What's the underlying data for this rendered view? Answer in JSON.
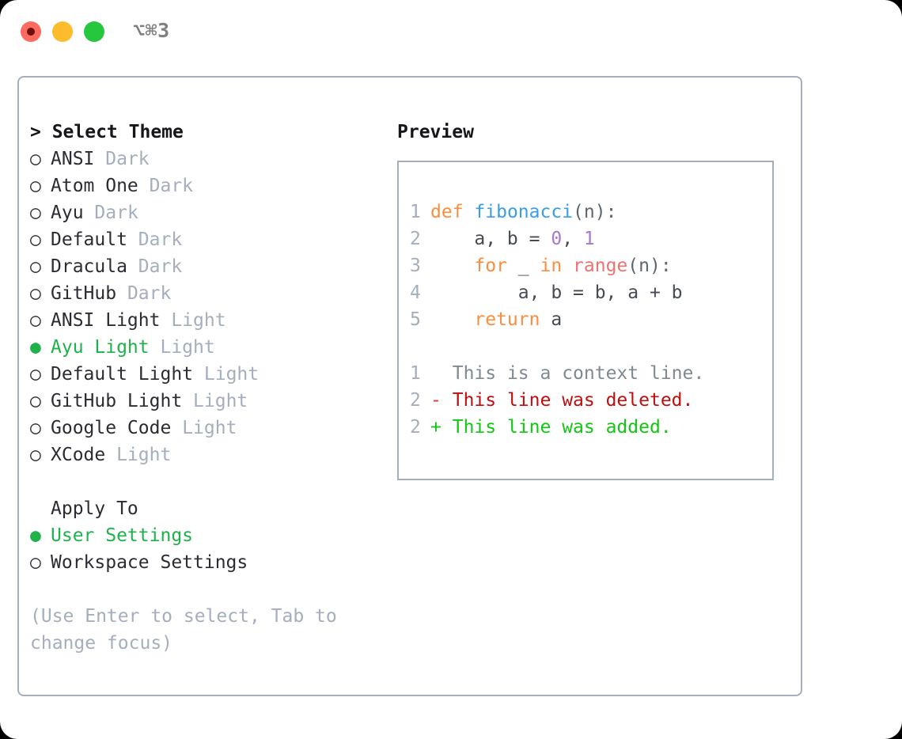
{
  "titlebar": {
    "shortcut": "⌥⌘3",
    "buttons": [
      {
        "name": "close",
        "color": "#fd6b60"
      },
      {
        "name": "minimize",
        "color": "#fcbc2c"
      },
      {
        "name": "maximize",
        "color": "#26c73f"
      }
    ]
  },
  "theme_section": {
    "heading": "> Select Theme",
    "markers": {
      "selected": "●",
      "unselected": "○"
    },
    "items": [
      {
        "name": "ANSI",
        "variant": "Dark",
        "selected": false,
        "marker": "○"
      },
      {
        "name": "Atom One",
        "variant": "Dark",
        "selected": false,
        "marker": "○"
      },
      {
        "name": "Ayu",
        "variant": "Dark",
        "selected": false,
        "marker": "○"
      },
      {
        "name": "Default",
        "variant": "Dark",
        "selected": false,
        "marker": "○"
      },
      {
        "name": "Dracula",
        "variant": "Dark",
        "selected": false,
        "marker": "○"
      },
      {
        "name": "GitHub",
        "variant": "Dark",
        "selected": false,
        "marker": "○"
      },
      {
        "name": "ANSI Light",
        "variant": "Light",
        "selected": false,
        "marker": "○"
      },
      {
        "name": "Ayu Light",
        "variant": "Light",
        "selected": true,
        "marker": "●"
      },
      {
        "name": "Default Light",
        "variant": "Light",
        "selected": false,
        "marker": "○"
      },
      {
        "name": "GitHub Light",
        "variant": "Light",
        "selected": false,
        "marker": "○"
      },
      {
        "name": "Google Code",
        "variant": "Light",
        "selected": false,
        "marker": "○"
      },
      {
        "name": "XCode",
        "variant": "Light",
        "selected": false,
        "marker": "○"
      }
    ]
  },
  "apply_section": {
    "heading": "Apply To",
    "items": [
      {
        "name": "User Settings",
        "selected": true,
        "marker": "●"
      },
      {
        "name": "Workspace Settings",
        "selected": false,
        "marker": "○"
      }
    ]
  },
  "help_text": "(Use Enter to select, Tab to change focus)",
  "preview": {
    "title": "Preview",
    "code_lines": [
      {
        "number": "1",
        "tokens": [
          {
            "text": "def",
            "kind": "kw"
          },
          {
            "text": " ",
            "kind": "plain"
          },
          {
            "text": "fibonacci",
            "kind": "fn"
          },
          {
            "text": "(n):",
            "kind": "punc"
          }
        ]
      },
      {
        "number": "2",
        "tokens": [
          {
            "text": "    a, b = ",
            "kind": "plain"
          },
          {
            "text": "0",
            "kind": "num"
          },
          {
            "text": ", ",
            "kind": "plain"
          },
          {
            "text": "1",
            "kind": "num"
          }
        ]
      },
      {
        "number": "3",
        "tokens": [
          {
            "text": "    ",
            "kind": "plain"
          },
          {
            "text": "for",
            "kind": "kw"
          },
          {
            "text": " _ ",
            "kind": "plain"
          },
          {
            "text": "in",
            "kind": "kw"
          },
          {
            "text": " ",
            "kind": "plain"
          },
          {
            "text": "range",
            "kind": "bi"
          },
          {
            "text": "(n):",
            "kind": "punc"
          }
        ]
      },
      {
        "number": "4",
        "tokens": [
          {
            "text": "        a, b = b, a + b",
            "kind": "plain"
          }
        ]
      },
      {
        "number": "5",
        "tokens": [
          {
            "text": "    ",
            "kind": "plain"
          },
          {
            "text": "return",
            "kind": "kw"
          },
          {
            "text": " a",
            "kind": "plain"
          }
        ]
      }
    ],
    "diff_lines": [
      {
        "number": "1",
        "sign": " ",
        "text": "This is a context line.",
        "kind": "ctx"
      },
      {
        "number": "2",
        "sign": "-",
        "text": "This line was deleted.",
        "kind": "del"
      },
      {
        "number": "2",
        "sign": "+",
        "text": "This line was added.",
        "kind": "add"
      }
    ]
  },
  "colors": {
    "accent_green": "#1fb24b",
    "muted": "#a4aebd",
    "border": "#a4aebd",
    "keyword": "#fa8d3e",
    "function": "#399ee6",
    "number": "#a37acc",
    "builtin": "#f07171",
    "diff_added": "#12c712",
    "diff_deleted": "#c00d0d"
  }
}
